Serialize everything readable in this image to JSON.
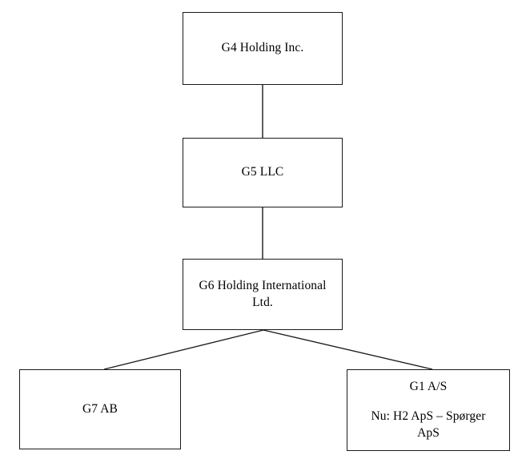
{
  "diagram": {
    "title": "Corporate ownership structure chart",
    "type": "org-chart",
    "background_color": "#ffffff",
    "line_color": "#1a1a1a",
    "text_color": "#000000",
    "nodes": [
      {
        "id": "g4",
        "label": "G4 Holding Inc.",
        "lines": [
          "G4 Holding Inc."
        ],
        "level": 0
      },
      {
        "id": "g5",
        "label": "G5 LLC",
        "lines": [
          "G5 LLC"
        ],
        "level": 1
      },
      {
        "id": "g6",
        "label": "G6 Holding International Ltd.",
        "lines": [
          "G6 Holding International",
          "Ltd."
        ],
        "level": 2
      },
      {
        "id": "g7",
        "label": "G7 AB",
        "lines": [
          "G7 AB"
        ],
        "level": 3
      },
      {
        "id": "g1",
        "label": "G1 A/S Nu: H2 ApS – Spørger ApS",
        "lines": [
          "G1 A/S",
          "Nu: H2 ApS – Spørger",
          "ApS"
        ],
        "level": 3
      }
    ],
    "edges": [
      {
        "from": "g4",
        "to": "g5",
        "style": "vertical"
      },
      {
        "from": "g5",
        "to": "g6",
        "style": "vertical"
      },
      {
        "from": "g6",
        "to": "g7",
        "style": "diagonal"
      },
      {
        "from": "g6",
        "to": "g1",
        "style": "diagonal"
      }
    ]
  }
}
